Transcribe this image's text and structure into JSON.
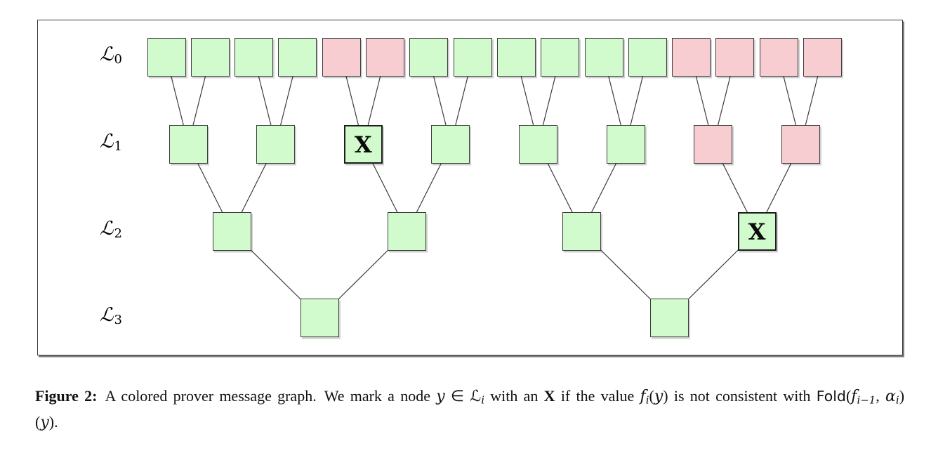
{
  "figure": {
    "diagram": {
      "mark_symbol": "X",
      "colors": {
        "green": "#d2fbcd",
        "red": "#f7cdd1",
        "node_border": "#3c3c3c",
        "marked_border": "#1d1d1d",
        "edge": "#3c3c3c"
      },
      "levels": [
        {
          "label": "ℒ",
          "subscript": "0",
          "nodes": [
            {
              "color": "green"
            },
            {
              "color": "green"
            },
            {
              "color": "green"
            },
            {
              "color": "green"
            },
            {
              "color": "red"
            },
            {
              "color": "red"
            },
            {
              "color": "green"
            },
            {
              "color": "green"
            },
            {
              "color": "green"
            },
            {
              "color": "green"
            },
            {
              "color": "green"
            },
            {
              "color": "green"
            },
            {
              "color": "red"
            },
            {
              "color": "red"
            },
            {
              "color": "red"
            },
            {
              "color": "red"
            }
          ]
        },
        {
          "label": "ℒ",
          "subscript": "1",
          "nodes": [
            {
              "color": "green"
            },
            {
              "color": "green"
            },
            {
              "color": "green",
              "mark": "X"
            },
            {
              "color": "green"
            },
            {
              "color": "green"
            },
            {
              "color": "green"
            },
            {
              "color": "red"
            },
            {
              "color": "red"
            }
          ]
        },
        {
          "label": "ℒ",
          "subscript": "2",
          "nodes": [
            {
              "color": "green"
            },
            {
              "color": "green"
            },
            {
              "color": "green"
            },
            {
              "color": "green",
              "mark": "X"
            }
          ]
        },
        {
          "label": "ℒ",
          "subscript": "3",
          "nodes": [
            {
              "color": "green"
            },
            {
              "color": "green"
            }
          ]
        }
      ]
    },
    "caption": {
      "segments": [
        {
          "text": "Figure 2:",
          "style": "bold"
        },
        {
          "text": " A colored prover message graph. We mark a node ",
          "style": "roman"
        },
        {
          "text": "y",
          "style": "math"
        },
        {
          "text": " ∈ ",
          "style": "roman"
        },
        {
          "text": "ℒ",
          "style": "cal"
        },
        {
          "text": "i",
          "style": "calsub"
        },
        {
          "text": " with an ",
          "style": "roman"
        },
        {
          "text": "X",
          "style": "bold"
        },
        {
          "text": " if the value ",
          "style": "roman"
        },
        {
          "text": "f",
          "style": "math"
        },
        {
          "text": "i",
          "style": "mathsub"
        },
        {
          "text": "(",
          "style": "roman"
        },
        {
          "text": "y",
          "style": "math"
        },
        {
          "text": ") is not consistent with ",
          "style": "roman"
        },
        {
          "text": "Fold",
          "style": "sans"
        },
        {
          "text": "(",
          "style": "roman"
        },
        {
          "text": "f",
          "style": "math"
        },
        {
          "text": "i−1",
          "style": "mathsub"
        },
        {
          "text": ", ",
          "style": "roman"
        },
        {
          "text": "α",
          "style": "math"
        },
        {
          "text": "i",
          "style": "mathsub"
        },
        {
          "text": ")(",
          "style": "roman"
        },
        {
          "text": "y",
          "style": "math"
        },
        {
          "text": ").",
          "style": "roman"
        }
      ]
    }
  }
}
